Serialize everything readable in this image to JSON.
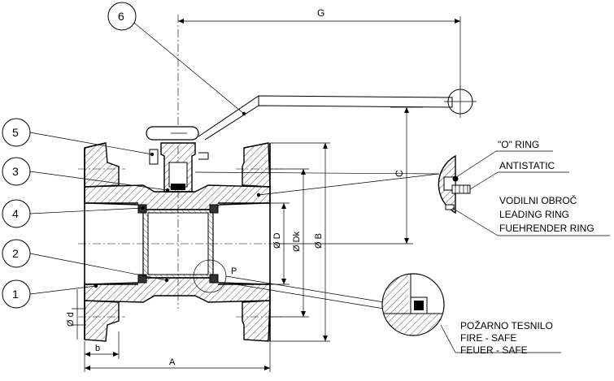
{
  "callouts": [
    {
      "id": "1",
      "label": "1"
    },
    {
      "id": "2",
      "label": "2"
    },
    {
      "id": "3",
      "label": "3"
    },
    {
      "id": "4",
      "label": "4"
    },
    {
      "id": "5",
      "label": "5"
    },
    {
      "id": "6",
      "label": "6"
    }
  ],
  "dimensions": {
    "G": "G",
    "C": "C",
    "D": "Ø D",
    "Dk": "Ø Dk",
    "B": "Ø B",
    "d": "Ø d",
    "b": "b",
    "A": "A",
    "P": "P"
  },
  "details": {
    "o_ring": "\"O\" RING",
    "antistatic": "ANTISTATIC",
    "leading_ring_1": "VODILNI OBROČ",
    "leading_ring_2": "LEADING RING",
    "leading_ring_3": "FUEHRENDER RING",
    "fire_safe_1": "POŽARNO TESNILO",
    "fire_safe_2": "FIRE - SAFE",
    "fire_safe_3": "FEUER - SAFE"
  }
}
